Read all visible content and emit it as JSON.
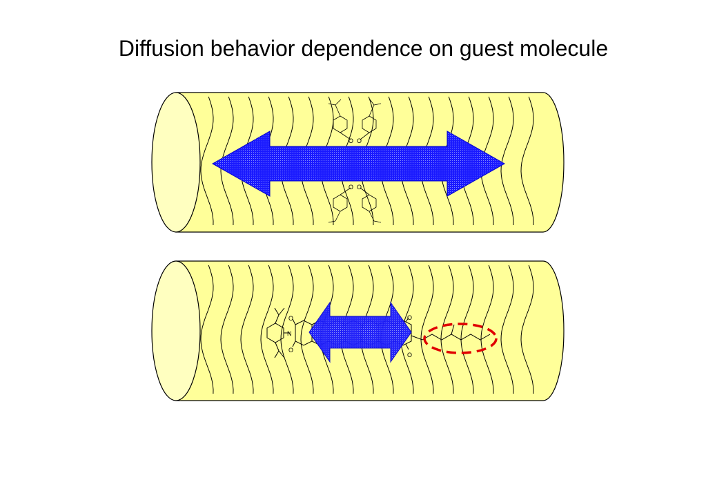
{
  "slide": {
    "title": "Diffusion behavior dependence on guest molecule"
  },
  "colors": {
    "channel_fill": "#ffff99",
    "channel_end_fill": "#ffffc0",
    "outline": "#000000",
    "arrow_fill": "#1a1aff",
    "highlight_ellipse": "#e00000"
  },
  "diagram": {
    "channels": [
      {
        "id": "top",
        "guest": "molecule with arrow pointing both ways across the channel"
      },
      {
        "id": "bottom",
        "guest": "molecule with short arrow and alkyl tail circled"
      }
    ],
    "atom_labels": {
      "oxygen": "O",
      "nitrogen": "N"
    }
  }
}
